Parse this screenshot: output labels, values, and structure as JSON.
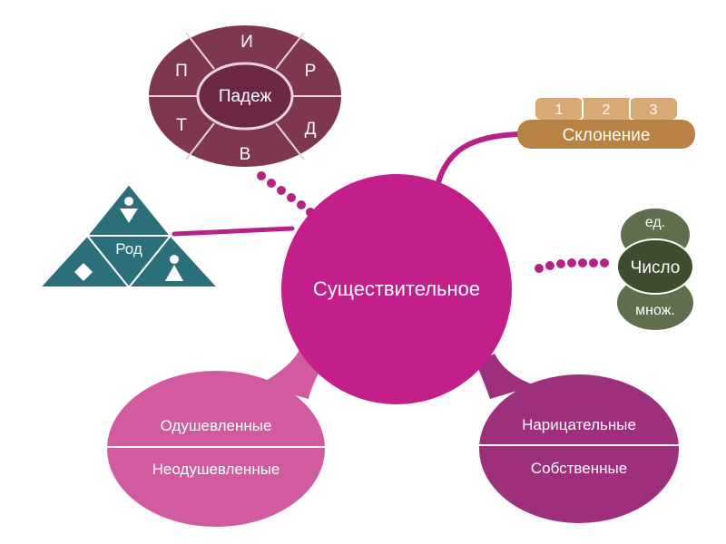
{
  "colors": {
    "center": "#c21f8a",
    "connector": "#b72185",
    "case_outer": "#7e3651",
    "case_inner": "#6b2744",
    "case_line": "#e9d3dc",
    "declension": "#b98245",
    "declension_tab": "#d7aa75",
    "number": "#5f6f4e",
    "number_mid": "#3e4d2f",
    "gender": "#2b6f7a",
    "animacy": "#d25ba0",
    "commonness": "#9d2f7c",
    "text_light": "#ffffff"
  },
  "center": {
    "label": "Существительное"
  },
  "case": {
    "label": "Падеж",
    "letters": [
      "И",
      "Р",
      "Д",
      "В",
      "Т",
      "П"
    ]
  },
  "declension": {
    "label": "Склонение",
    "tabs": [
      "1",
      "2",
      "3"
    ]
  },
  "number": {
    "top": "ед.",
    "middle": "Число",
    "bottom": "множ."
  },
  "gender": {
    "label": "Род",
    "symbols": [
      "female-symbol-icon",
      "neuter-symbol-icon",
      "male-symbol-icon"
    ]
  },
  "animacy": {
    "top": "Одушевленные",
    "bottom": "Неодушевленные"
  },
  "commonness": {
    "top": "Нарицательные",
    "bottom": "Собственные"
  }
}
